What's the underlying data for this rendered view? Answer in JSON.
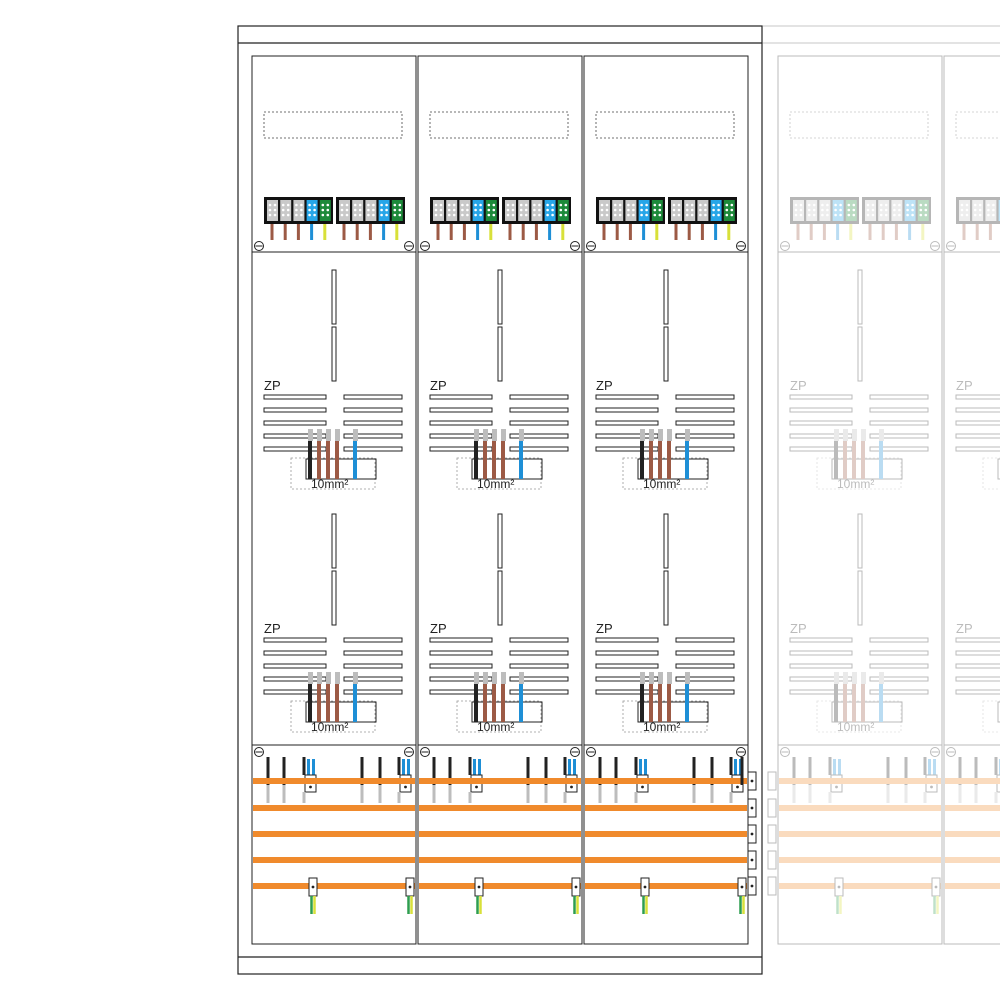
{
  "labels": {
    "meter_zone": "ZP",
    "terminal_cross_section": "10mm²"
  },
  "layout_model": {
    "solid_columns": 3,
    "ghost_columns": 2,
    "meter_zones_per_column": 2
  },
  "colors": {
    "frame": "#222222",
    "busbar": "#f08a2c",
    "busbar_ghost": "#f7d2b0",
    "wire_brown": "#9c5a45",
    "wire_black": "#222222",
    "wire_gray": "#bdbdbd",
    "wire_blue": "#1e8fd6",
    "wire_green": "#2e9e4f",
    "wire_yellow": "#d8e03a",
    "terminal_green": "#1d8a3a",
    "terminal_blue": "#27a6e8",
    "terminal_gray": "#c9c9c9"
  }
}
